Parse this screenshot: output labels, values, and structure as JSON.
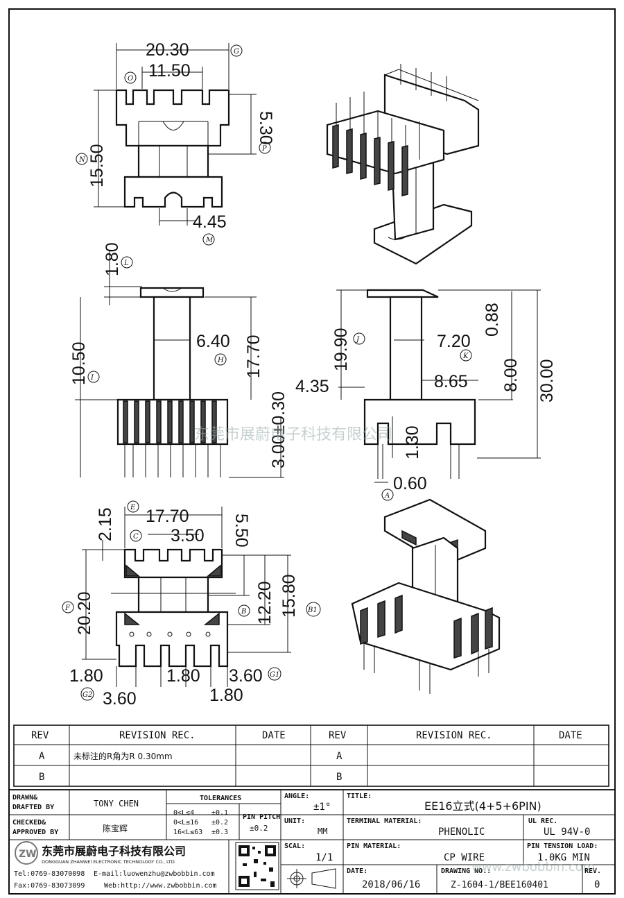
{
  "dimensions": {
    "top_view": [
      "20.30",
      "11.50",
      "5.30",
      "15.50",
      "4.45"
    ],
    "front_view": [
      "1.80",
      "6.40",
      "17.70",
      "10.50",
      "3.00±0.30"
    ],
    "side_view": [
      "19.90",
      "7.20",
      "0.88",
      "30.00",
      "4.35",
      "8.65",
      "8.00",
      "1.30",
      "0.60"
    ],
    "bottom_view": [
      "2.15",
      "17.70",
      "5.50",
      "3.50",
      "20.20",
      "12.20",
      "15.80",
      "1.80",
      "3.60",
      "3.60",
      "1.80",
      "1.80"
    ]
  },
  "callouts": [
    "G",
    "O",
    "P",
    "N",
    "M",
    "L",
    "H",
    "I",
    "J",
    "K",
    "A",
    "E",
    "C",
    "F",
    "B",
    "B1",
    "G1",
    "G2"
  ],
  "watermark": "东莞市展蔚电子科技有限公司",
  "revision_table": {
    "headers": [
      "REV",
      "REVISION REC.",
      "DATE",
      "REV",
      "REVISION REC.",
      "DATE"
    ],
    "rows": [
      {
        "rev": "A",
        "record": "未标注的R角为R 0.30mm",
        "date": "",
        "rev2": "A",
        "record2": "",
        "date2": ""
      },
      {
        "rev": "B",
        "record": "",
        "date": "",
        "rev2": "B",
        "record2": "",
        "date2": ""
      }
    ]
  },
  "title_block": {
    "drawn_label": "DRAWN&",
    "drafted_label": "DRAFTED BY",
    "drawn_by": "TONY CHEN",
    "checked_label": "CHECKED&",
    "approved_label": "APPROVED BY",
    "approved_by": "陈宝辉",
    "tolerances_label": "TOLERANCES",
    "tolerances": [
      {
        "range": "0<L≤4",
        "value": "±0.1"
      },
      {
        "range": "0<L≤16",
        "value": "±0.2"
      },
      {
        "range": "16<L≤63",
        "value": "±0.3"
      }
    ],
    "pin_pitch_label": "PIN PITCH",
    "pin_pitch": "±0.2",
    "angle_label": "ANGLE:",
    "angle": "±1°",
    "unit_label": "UNIT:",
    "unit": "MM",
    "scale_label": "SCAL:",
    "scale": "1/1",
    "title_label": "TITLE:",
    "title": "EE16立式(4+5+6PIN)",
    "terminal_material_label": "TERMINAL MATERIAL:",
    "terminal_material": "PHENOLIC",
    "ul_rec_label": "UL REC.",
    "ul_rec": "UL 94V-0",
    "pin_material_label": "PIN MATERIAL:",
    "pin_material": "CP WIRE",
    "pin_tension_label": "PIN TENSION LOAD:",
    "pin_tension": "1.0KG MIN",
    "date_label": "DATE:",
    "date": "2018/06/16",
    "drawing_no_label": "DRAWING NO.:",
    "drawing_no": "Z-1604-1/BEE160401",
    "rev_label": "REV.",
    "rev": "0",
    "company_cn": "东莞市展蔚电子科技有限公司",
    "company_en": "DONGGUAN ZHANWEI ELECTRONIC TECHNOLOGY CO., LTD.",
    "tel": "Tel:0769-83070098",
    "email": "E-mail:luowenzhu@zwbobbin.com",
    "fax": "Fax:0769-83073099",
    "web": "Web:http://www.zwbobbin.com",
    "logo_text": "ZW",
    "corner_watermark": "www.zwbobbin.com"
  }
}
